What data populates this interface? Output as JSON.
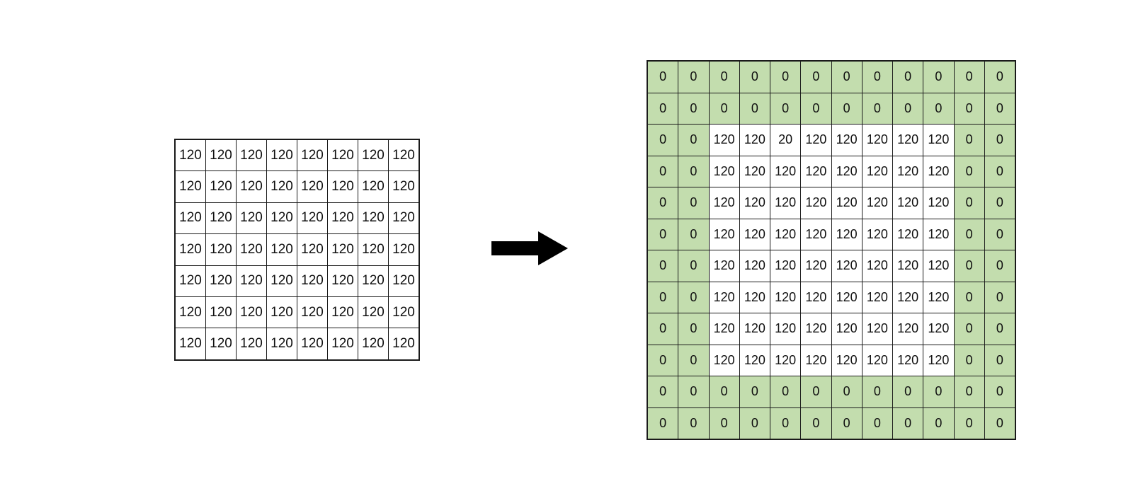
{
  "diagram": {
    "title": "zero-padding-transformation",
    "background_color": "#ffffff",
    "grid_line_color": "#1a1a1a",
    "pad_fill_color": "#c3ddae",
    "core_fill_color": "#ffffff",
    "arrow": {
      "name": "right-arrow",
      "color": "#000000",
      "direction": "right"
    }
  },
  "chart_data": {
    "type": "heatmap",
    "title": "",
    "xlabel": "",
    "ylabel": "",
    "panels": [
      {
        "name": "input-matrix",
        "rows": 7,
        "cols": 8,
        "values": [
          [
            "120",
            "120",
            "120",
            "120",
            "120",
            "120",
            "120",
            "120"
          ],
          [
            "120",
            "120",
            "120",
            "120",
            "120",
            "120",
            "120",
            "120"
          ],
          [
            "120",
            "120",
            "120",
            "120",
            "120",
            "120",
            "120",
            "120"
          ],
          [
            "120",
            "120",
            "120",
            "120",
            "120",
            "120",
            "120",
            "120"
          ],
          [
            "120",
            "120",
            "120",
            "120",
            "120",
            "120",
            "120",
            "120"
          ],
          [
            "120",
            "120",
            "120",
            "120",
            "120",
            "120",
            "120",
            "120"
          ],
          [
            "120",
            "120",
            "120",
            "120",
            "120",
            "120",
            "120",
            "120"
          ]
        ],
        "cell_fills": [
          [
            "core",
            "core",
            "core",
            "core",
            "core",
            "core",
            "core",
            "core"
          ],
          [
            "core",
            "core",
            "core",
            "core",
            "core",
            "core",
            "core",
            "core"
          ],
          [
            "core",
            "core",
            "core",
            "core",
            "core",
            "core",
            "core",
            "core"
          ],
          [
            "core",
            "core",
            "core",
            "core",
            "core",
            "core",
            "core",
            "core"
          ],
          [
            "core",
            "core",
            "core",
            "core",
            "core",
            "core",
            "core",
            "core"
          ],
          [
            "core",
            "core",
            "core",
            "core",
            "core",
            "core",
            "core",
            "core"
          ],
          [
            "core",
            "core",
            "core",
            "core",
            "core",
            "core",
            "core",
            "core"
          ]
        ]
      },
      {
        "name": "padded-matrix",
        "rows": 12,
        "cols": 12,
        "pad_width": 2,
        "values": [
          [
            "0",
            "0",
            "0",
            "0",
            "0",
            "0",
            "0",
            "0",
            "0",
            "0",
            "0",
            "0"
          ],
          [
            "0",
            "0",
            "0",
            "0",
            "0",
            "0",
            "0",
            "0",
            "0",
            "0",
            "0",
            "0"
          ],
          [
            "0",
            "0",
            "120",
            "120",
            "20",
            "120",
            "120",
            "120",
            "120",
            "120",
            "0",
            "0"
          ],
          [
            "0",
            "0",
            "120",
            "120",
            "120",
            "120",
            "120",
            "120",
            "120",
            "120",
            "0",
            "0"
          ],
          [
            "0",
            "0",
            "120",
            "120",
            "120",
            "120",
            "120",
            "120",
            "120",
            "120",
            "0",
            "0"
          ],
          [
            "0",
            "0",
            "120",
            "120",
            "120",
            "120",
            "120",
            "120",
            "120",
            "120",
            "0",
            "0"
          ],
          [
            "0",
            "0",
            "120",
            "120",
            "120",
            "120",
            "120",
            "120",
            "120",
            "120",
            "0",
            "0"
          ],
          [
            "0",
            "0",
            "120",
            "120",
            "120",
            "120",
            "120",
            "120",
            "120",
            "120",
            "0",
            "0"
          ],
          [
            "0",
            "0",
            "120",
            "120",
            "120",
            "120",
            "120",
            "120",
            "120",
            "120",
            "0",
            "0"
          ],
          [
            "0",
            "0",
            "120",
            "120",
            "120",
            "120",
            "120",
            "120",
            "120",
            "120",
            "0",
            "0"
          ],
          [
            "0",
            "0",
            "0",
            "0",
            "0",
            "0",
            "0",
            "0",
            "0",
            "0",
            "0",
            "0"
          ],
          [
            "0",
            "0",
            "0",
            "0",
            "0",
            "0",
            "0",
            "0",
            "0",
            "0",
            "0",
            "0"
          ]
        ],
        "cell_fills": [
          [
            "pad",
            "pad",
            "pad",
            "pad",
            "pad",
            "pad",
            "pad",
            "pad",
            "pad",
            "pad",
            "pad",
            "pad"
          ],
          [
            "pad",
            "pad",
            "pad",
            "pad",
            "pad",
            "pad",
            "pad",
            "pad",
            "pad",
            "pad",
            "pad",
            "pad"
          ],
          [
            "pad",
            "pad",
            "core",
            "core",
            "core",
            "core",
            "core",
            "core",
            "core",
            "core",
            "pad",
            "pad"
          ],
          [
            "pad",
            "pad",
            "core",
            "core",
            "core",
            "core",
            "core",
            "core",
            "core",
            "core",
            "pad",
            "pad"
          ],
          [
            "pad",
            "pad",
            "core",
            "core",
            "core",
            "core",
            "core",
            "core",
            "core",
            "core",
            "pad",
            "pad"
          ],
          [
            "pad",
            "pad",
            "core",
            "core",
            "core",
            "core",
            "core",
            "core",
            "core",
            "core",
            "pad",
            "pad"
          ],
          [
            "pad",
            "pad",
            "core",
            "core",
            "core",
            "core",
            "core",
            "core",
            "core",
            "core",
            "pad",
            "pad"
          ],
          [
            "pad",
            "pad",
            "core",
            "core",
            "core",
            "core",
            "core",
            "core",
            "core",
            "core",
            "pad",
            "pad"
          ],
          [
            "pad",
            "pad",
            "core",
            "core",
            "core",
            "core",
            "core",
            "core",
            "core",
            "core",
            "pad",
            "pad"
          ],
          [
            "pad",
            "pad",
            "core",
            "core",
            "core",
            "core",
            "core",
            "core",
            "core",
            "core",
            "pad",
            "pad"
          ],
          [
            "pad",
            "pad",
            "pad",
            "pad",
            "pad",
            "pad",
            "pad",
            "pad",
            "pad",
            "pad",
            "pad",
            "pad"
          ],
          [
            "pad",
            "pad",
            "pad",
            "pad",
            "pad",
            "pad",
            "pad",
            "pad",
            "pad",
            "pad",
            "pad",
            "pad"
          ]
        ]
      }
    ]
  }
}
